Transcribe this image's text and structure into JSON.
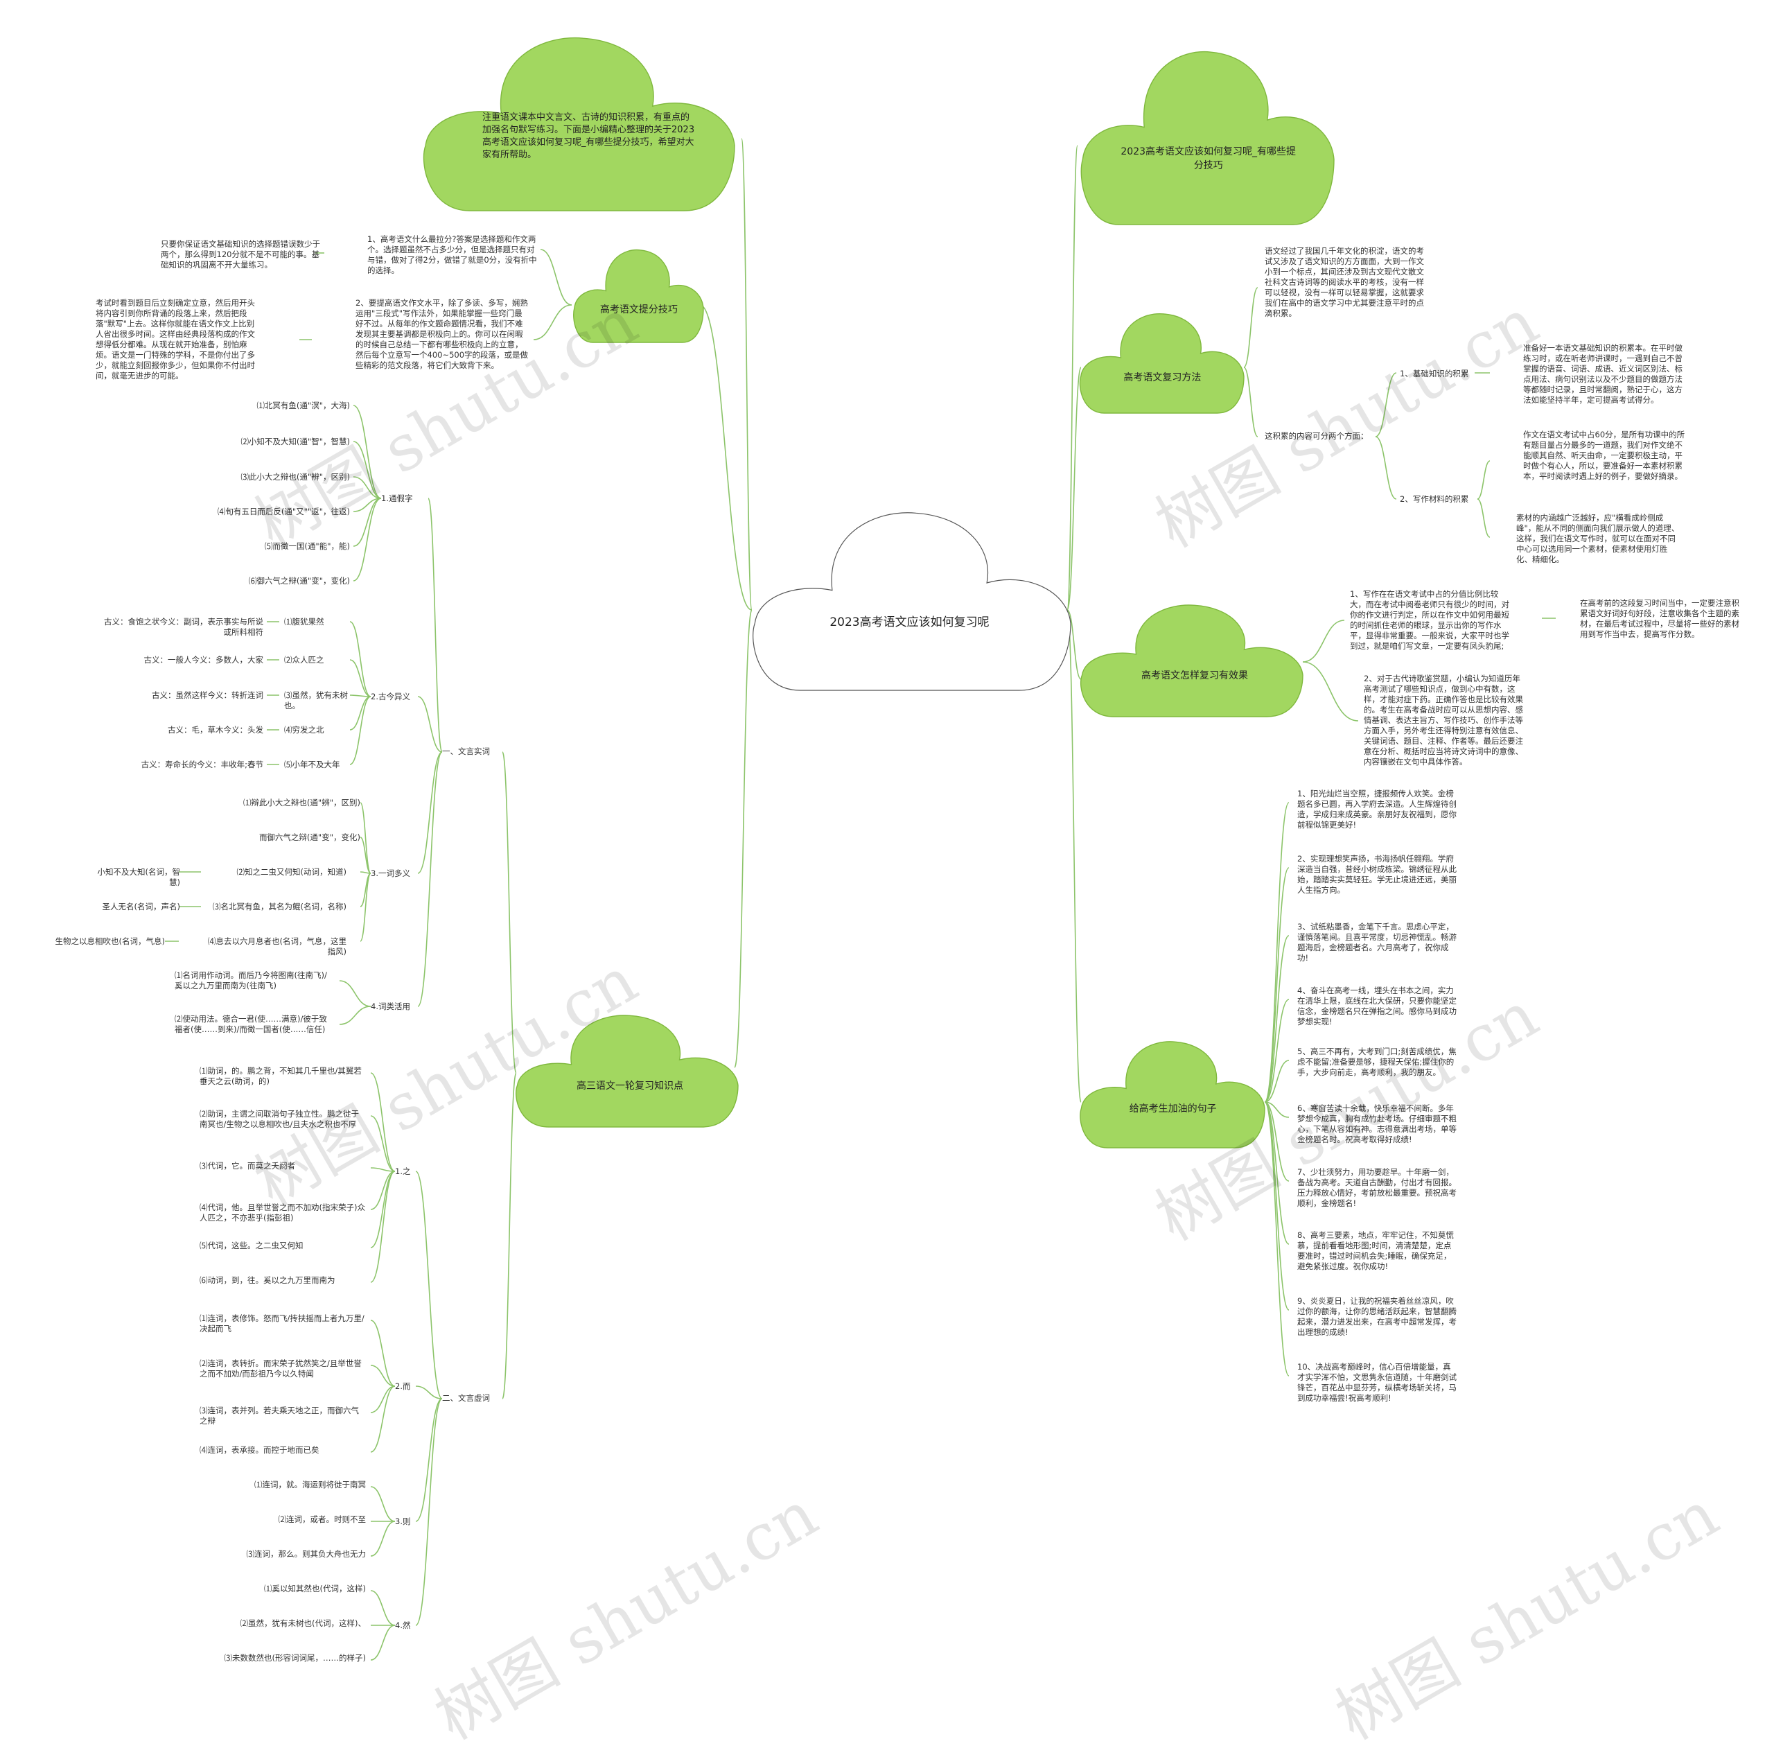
{
  "center": "2023高考语文应该如何复习呢",
  "colors": {
    "cloud_fill": "#a2d760",
    "cloud_stroke": "#7fb83d",
    "line": "#8cc46a",
    "center_fill": "#ffffff",
    "center_stroke": "#555555"
  },
  "watermark": "树图 shutu.cn",
  "left": {
    "intro": "注重语文课本中文言文、古诗的知识积累，有重点的加强名句默写练习。下面是小编精心整理的关于2023高考语文应该如何复习呢_有哪些提分技巧，希望对大家有所帮助。",
    "tips": {
      "title": "高考语文提分技巧",
      "item1": "1、高考语文什么最拉分?答案是选择题和作文两个。选择题虽然不占多少分，但是选择题只有对与错，做对了得2分，做错了就是0分，没有折中的选择。",
      "item1_detail": "只要你保证语文基础知识的选择题错误数少于两个，那么得到120分就不是不可能的事。基础知识的巩固离不开大量练习。",
      "item2": "2、要提高语文作文水平，除了多读、多写，娴熟运用\"三段式\"写作法外，如果能掌握一些窍门最好不过。从每年的作文题命题情况看，我们不难发现其主要基调都是积极向上的。你可以在闲暇的时候自己总结一下都有哪些积极向上的立意，然后每个立意写一个400~500字的段落，或是做些精彩的范文段落，将它们大致背下来。",
      "item2_detail": "考试时看到题目后立刻确定立意，然后用开头将内容引到你所背诵的段落上来，然后把段落\"默写\"上去。这样你就能在语文作文上比别人省出很多时间。这样由经典段落构成的作文想得低分都难。从现在就开始准备，别怕麻烦。语文是一门特殊的学科，不是你付出了多少，就能立刻回报你多少，但如果你不付出时间，就毫无进步的可能。"
    },
    "review": {
      "title": "高三语文一轮复习知识点",
      "part1": {
        "title": "一、文言实词",
        "tongjia": {
          "title": "1.通假字",
          "items": [
            "⑴北冥有鱼(通\"溟\"，大海)",
            "⑵小知不及大知(通\"智\"，智慧)",
            "⑶此小大之辩也(通\"辨\"，区别)",
            "⑷旬有五日而后反(通\"又\"\"返\"，往返)",
            "⑸而徵一国(通\"能\"，能)",
            "⑹御六气之辩(通\"变\"，变化)"
          ]
        },
        "guyi": {
          "title": "2.古今异义",
          "items": [
            {
              "word": "⑴腹犹果然",
              "note": "古义：食饱之状今义：副词，表示事实与所说或所料相符"
            },
            {
              "word": "⑵众人匹之",
              "note": "古义：一般人今义：多数人，大家"
            },
            {
              "word": "⑶虽然，犹有未树也。",
              "note": "古义：虽然这样今义：转折连词"
            },
            {
              "word": "⑷穷发之北",
              "note": "古义：毛，草木今义：头发"
            },
            {
              "word": "⑸小年不及大年",
              "note": "古义：寿命长的今义：丰收年;春节"
            }
          ]
        },
        "duoyi": {
          "title": "3.一词多义",
          "items": [
            {
              "word": "⑴辩此小大之辩也(通\"辨\"，区别)",
              "note": ""
            },
            {
              "word": "而御六气之辩(通\"变\"，变化)",
              "note": ""
            },
            {
              "word": "⑵知之二虫又何知(动词，知道)",
              "note": "小知不及大知(名词，智慧)"
            },
            {
              "word": "⑶名北冥有鱼，其名为鲲(名词，名称)",
              "note": "圣人无名(名词，声名)"
            },
            {
              "word": "⑷息去以六月息者也(名词，气息，这里指风)",
              "note": "生物之以息相吹也(名词，气息)"
            }
          ]
        },
        "huoyong": {
          "title": "4.词类活用",
          "items": [
            "⑴名词用作动词。而后乃今将图南(往南飞)/奚以之九万里而南为(往南飞)",
            "⑵使动用法。德合一君(使……满意)/彼于致福者(使……到来)/而徵一国者(使……信任)"
          ]
        }
      },
      "part2": {
        "title": "二、文言虚词",
        "zhi": {
          "title": "1.之",
          "items": [
            "⑴助词，的。鹏之背，不知其几千里也/其翼若垂天之云(助词，的)",
            "⑵助词，主谓之间取消句子独立性。鹏之徙于南冥也/生物之以息相吹也/且夫水之积也不厚",
            "⑶代词，它。而莫之夭阏者",
            "⑷代词，他。且举世誉之而不加劝(指宋荣子)众人匹之，不亦悲乎(指彭祖)",
            "⑸代词，这些。之二虫又何知",
            "⑹动词，到，往。奚以之九万里而南为"
          ]
        },
        "er": {
          "title": "2.而",
          "items": [
            "⑴连词，表修饰。怒而飞/抟扶摇而上者九万里/决起而飞",
            "⑵连词，表转折。而宋荣子犹然笑之/且举世誉之而不加劝/而彭祖乃今以久特闻",
            "⑶连词，表并列。若夫乘天地之正，而御六气之辩",
            "⑷连词，表承接。而控于地而已矣"
          ]
        },
        "ze": {
          "title": "3.则",
          "items": [
            "⑴连词，就。海运则将徙于南冥",
            "⑵连词，或者。时则不至",
            "⑶连词，那么。则其负大舟也无力"
          ]
        },
        "ran": {
          "title": "4.然",
          "items": [
            "⑴奚以知其然也(代词，这样)",
            "⑵虽然，犹有未树也(代词，这样)、",
            "⑶未数数然也(形容词词尾，……的样子)"
          ]
        }
      }
    }
  },
  "right": {
    "intro": "2023高考语文应该如何复习呢_有哪些提分技巧",
    "method": {
      "title": "高考语文复习方法",
      "desc": "语文经过了我国几千年文化的积淀，语文的考试又涉及了语文知识的方方面面，大到一作文小到一个标点，其间还涉及到古文现代文散文社科文古诗词等的阅读水平的考核，没有一样可以轻视，没有一样可以轻易掌握，这就要求我们在高中的语文学习中尤其要注意平时的点滴积累。",
      "sub": "这积累的内容可分两个方面：",
      "base": "1、基础知识的积累",
      "base_detail": "准备好一本语文基础知识的积累本。在平时做练习时，或在听老师讲课时，一遇到自己不曾掌握的语音、词语、成语、近义词区别法、标点用法、病句识别法以及不少题目的做题方法等都随时记录，且时常翻阅，熟记于心，这方法如能坚持半年，定可提高考试得分。",
      "material": "2、写作材料的积累",
      "material_detail1": "作文在语文考试中占60分，是所有功课中的所有题目量占分最多的一道题，我们对作文绝不能顺其自然、听天由命，一定要积极主动，平时做个有心人，所以，要准备好一本素材积累本，平时阅读时遇上好的例子，要做好摘录。",
      "material_detail2": "素材的内涵越广泛越好，应\"横看成岭侧成峰\"，能从不同的侧面向我们展示做人的道理、这样，我们在语文写作时，就可以在面对不同中心可以选用同一个素材，使素材使用灯胜化、精细化。"
    },
    "effect": {
      "title": "高考语文怎样复习有效果",
      "item1": "1、写作在在语文考试中占的分值比例比较大，而在考试中阅卷老师只有很少的时间，对你的作文进行判定，所以在作文中如何用最短的时间抓住老师的眼球，显示出你的写作水平，显得非常重要。一般来说，大家平时也学到过，就是咱们写文章，一定要有凤头豹尾;",
      "item1_detail": "在高考前的这段复习时间当中，一定要注意积累语文好词好句好段，注意收集各个主题的素材，在最后考试过程中，尽量将一些好的素材用到写作当中去，提高写作分数。",
      "item2": "2、对于古代诗歌鉴赏题，小编认为知道历年高考测试了哪些知识点，做到心中有数，这样，才能对症下药。正确作答也是比较有效果的。考生在高考备战时应可以从思想内容、感情基调、表达主旨方、写作技巧、创作手法等方面入手，另外考生还得特别注意有效信息、关键词语、题目、注释、作者等。最后还要注意在分析、概括时应当将诗文诗词中的意像、内容镶嵌在文句中具体作答。"
    },
    "wishes": {
      "title": "给高考生加油的句子",
      "items": [
        "1、阳光灿烂当空照，捷报频传人欢笑。金榜题名多已圆，再入学府去深造。人生辉煌待创造，学成归来成英豪。亲朋好友祝福到，愿你前程似锦更美好!",
        "2、实现理想笑声扬，书海扬帆任翱翔。学府深造当自强，昔经小树成栋梁。锦绣征程从此始，踏踏实实莫轻狂。学无止境进还远，美丽人生指方向。",
        "3、试纸粘墨香，金笔下千言。思虑心平定，谨慎落笔间。且喜平常度，切忌神慌乱。畅游题海后，金榜题者名。六月高考了，祝你成功!",
        "4、奋斗在高考一线，埋头在书本之间，实力在清华上限，底线在北大保研，只要你能坚定信念，金榜题名只在弹指之间。感你马到成功梦想实现!",
        "5、高三不再有，大考到门口;刻苦成绩优，焦虑不能留;准备要是够，捷程天保佑;握住你的手，大步向前走，高考顺利，我的朋友。",
        "6、寒窗苦读十余载，快乐幸福不间断。多年梦想今成真，胸有成竹赴考场。仔细审题不粗心，下笔从容如有神。志得意满出考场，单等金榜题名时。祝高考取得好成绩!",
        "7、少壮须努力，用功要趁早。十年磨一剑，备战为高考。天道自古酬勤，付出才有回报。压力释放心情好，考前放松最重要。预祝高考顺利，金榜题名!",
        "8、高考三要素，地点，牢牢记住，不知莫慌慕，提前看看地形图;时间，清清楚楚，定点要准时，错过时间机会失;睡眠，确保充足，避免紧张过度。祝你成功!",
        "9、炎炎夏日，让我的祝福夹着丝丝凉风，吹过你的额海，让你的思绪活跃起来，智慧翻腾起来，潜力进发出来，在高考中超常发挥，考出理想的成绩!",
        "10、决战高考巅峰时，信心百倍增能量，真才实学浑不怕，文思隽永信道随，十年磨剑试锋芒，百花丛中显芬芳，纵横考场斩关将，马到成功幸福尝!祝高考顺利!"
      ]
    }
  }
}
